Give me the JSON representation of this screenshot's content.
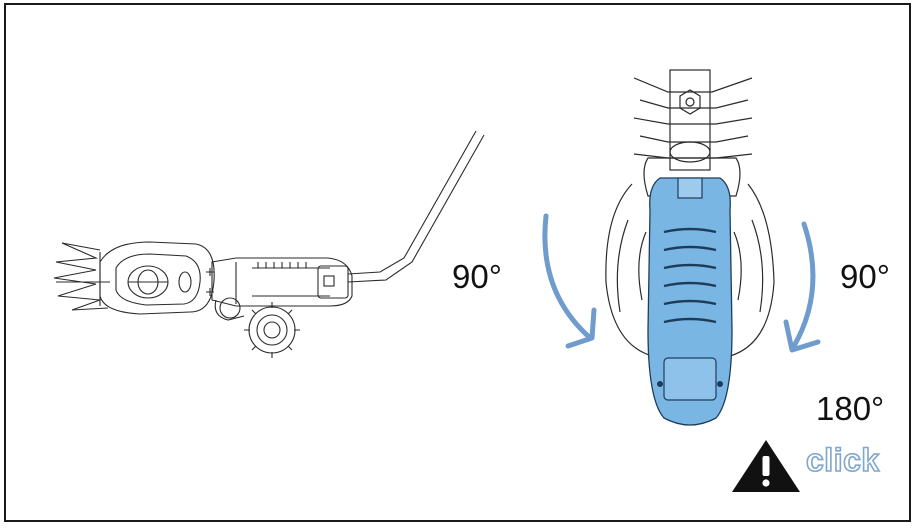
{
  "labels": {
    "rotate_left": "90°",
    "rotate_right": "90°",
    "rotate_total": "180°",
    "click": "click"
  },
  "colors": {
    "handle_fill": "#7ab6e4",
    "arrow_stroke": "#6f9ccc",
    "line_art": "#2b2b2b",
    "warning": "#111111"
  },
  "icons": [
    "warning-triangle-icon",
    "rotate-arrow-left-icon",
    "rotate-arrow-right-icon"
  ]
}
